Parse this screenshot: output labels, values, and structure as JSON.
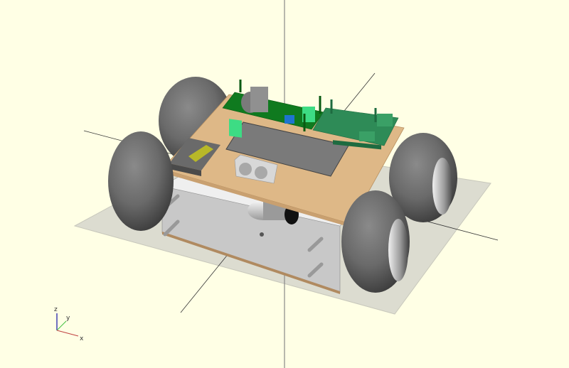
{
  "app": {
    "view": "3D preview viewport",
    "background_color": "#ffffe5"
  },
  "axes_indicator": {
    "x_label": "x",
    "y_label": "y",
    "z_label": "z",
    "x_color": "#c04040",
    "y_color": "#40c040",
    "z_color": "#7070c0"
  },
  "model": {
    "name": "4-wheel robot chassis",
    "colors": {
      "ground_plate": "#dcdcd0",
      "top_plate": "#deb887",
      "tires": "#6e6e6e",
      "chassis_metal": "#c8c8c8",
      "pcb_left": "#0f7a1f",
      "pcb_right": "#2e8b57",
      "connector_green": "#3ddc84",
      "switch_blue": "#1e74d0",
      "box_dark": "#5a5a5a",
      "pins_yellow": "#c8c828"
    },
    "wheels": [
      {
        "position": "rear-left"
      },
      {
        "position": "front-left"
      },
      {
        "position": "rear-right"
      },
      {
        "position": "front-right"
      }
    ]
  }
}
